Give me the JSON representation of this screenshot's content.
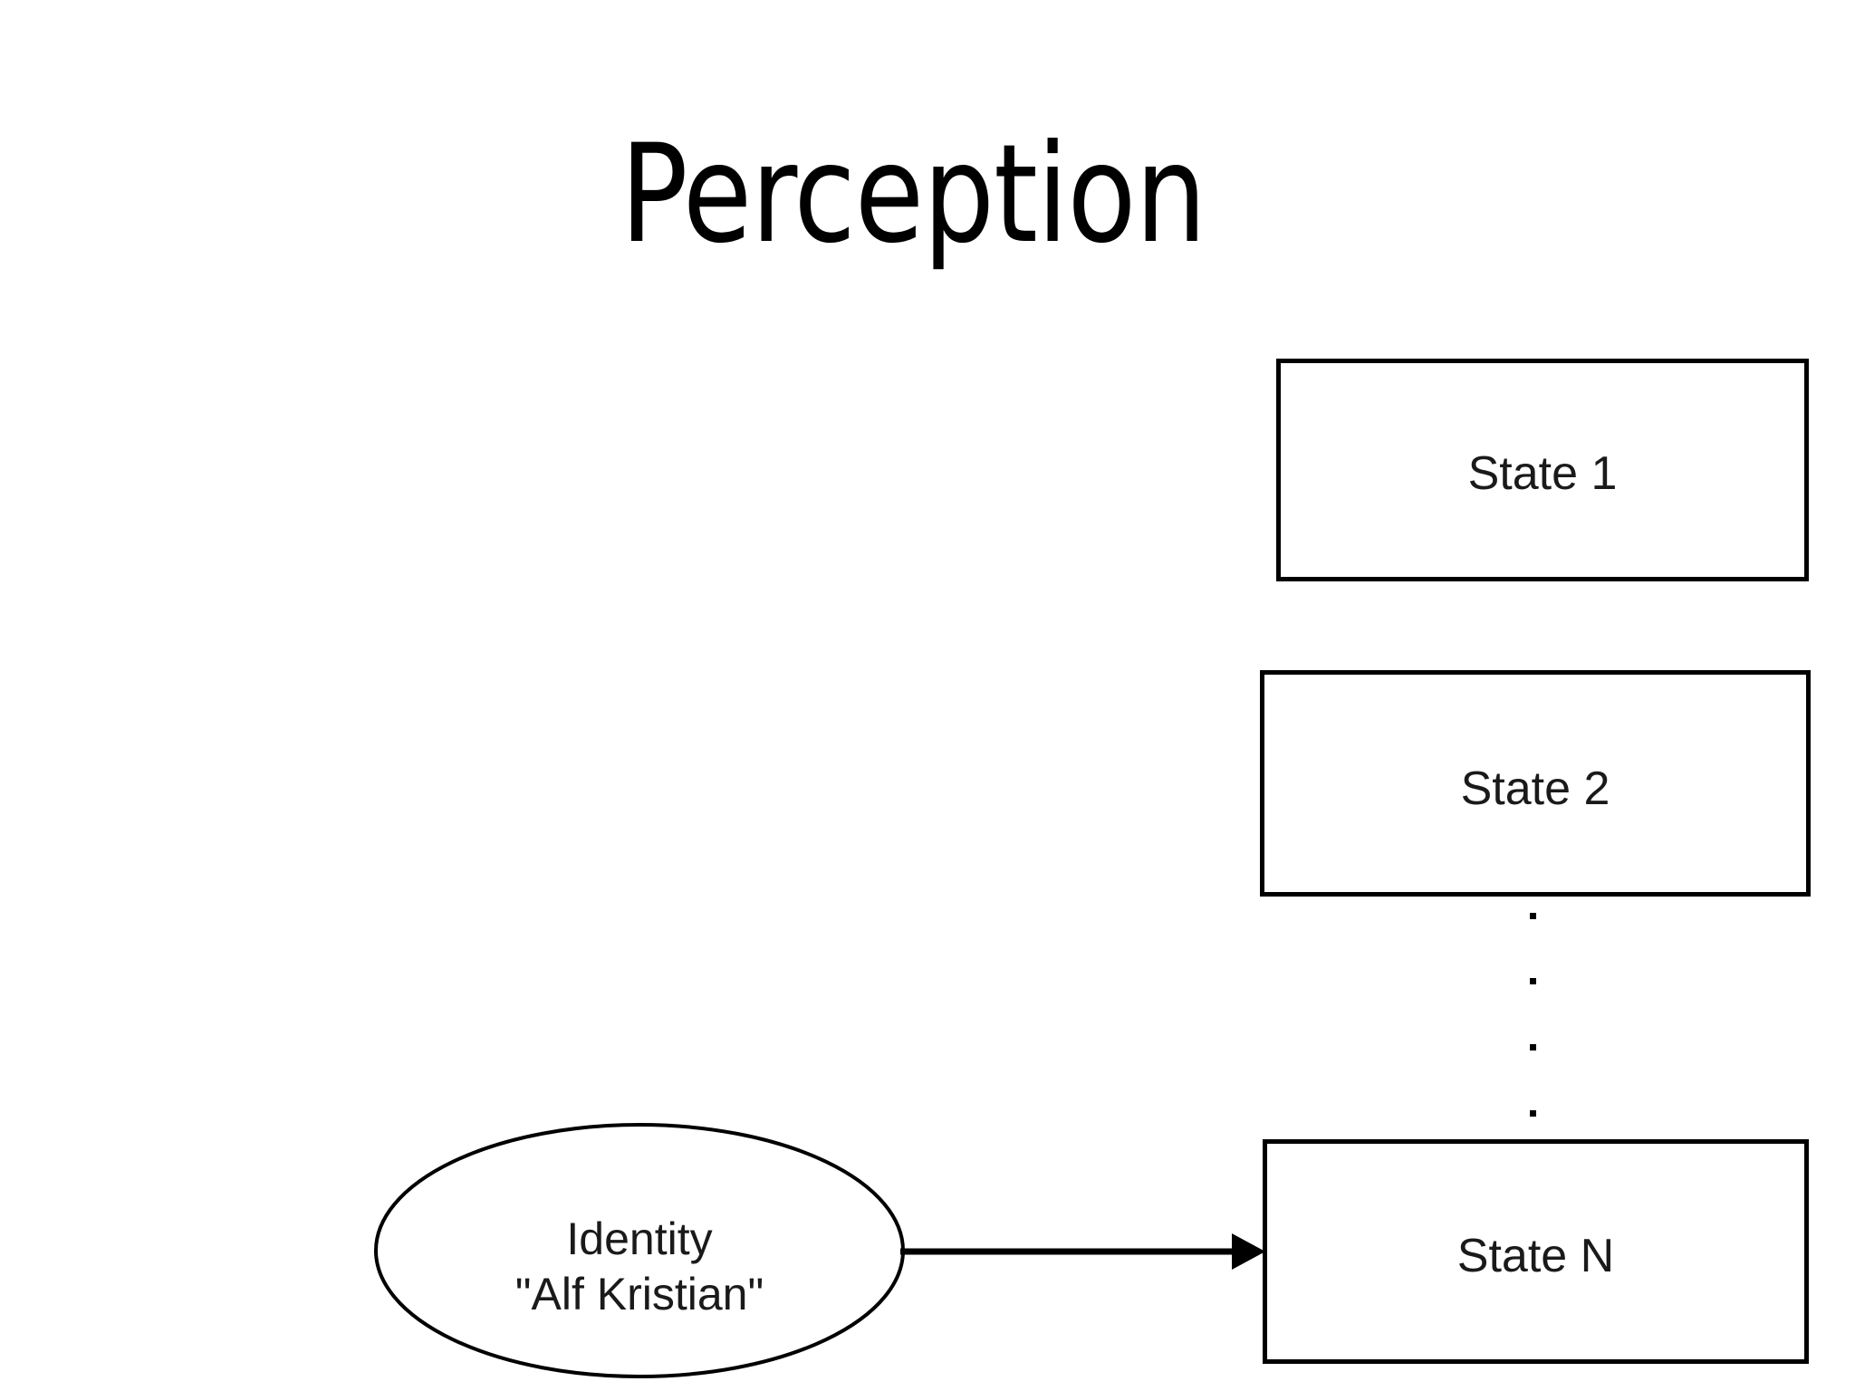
{
  "slide": {
    "title": "Perception",
    "background_color": "#ffffff",
    "ink_color": "#000000",
    "text_color": "#1a1a1a"
  },
  "diagram": {
    "type": "flow-diagram",
    "source_node": {
      "shape": "ellipse",
      "name": "identity-node",
      "line_1": "Identity",
      "line_2": "\"Alf Kristian\""
    },
    "target_nodes": [
      {
        "shape": "rectangle",
        "label": "State 1"
      },
      {
        "shape": "rectangle",
        "label": "State 2"
      },
      {
        "shape": "rectangle",
        "label": "State N"
      }
    ],
    "vertical_ellipsis": {
      "glyph": ".",
      "count": 4,
      "between": [
        "State 2",
        "State N"
      ]
    },
    "edges": [
      {
        "from": "Identity \"Alf Kristian\"",
        "to": "State N",
        "style": "solid",
        "arrowhead": "filled-triangle",
        "label": ""
      }
    ]
  }
}
